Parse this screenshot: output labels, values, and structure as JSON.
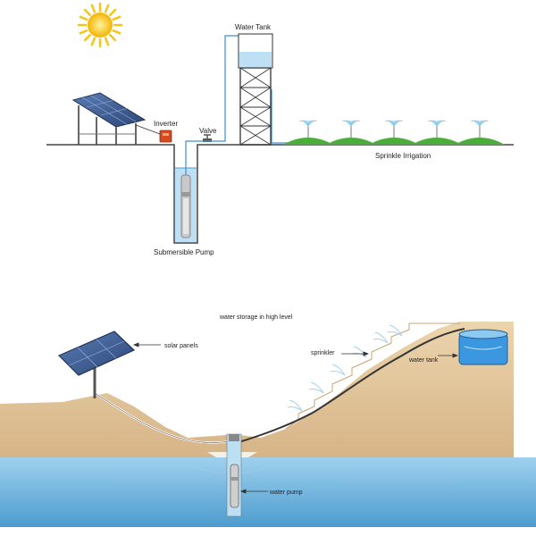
{
  "top": {
    "water_tank": "Water Tank",
    "inverter": "Inverter",
    "valve": "Valve",
    "sprinkle_irrigation": "Sprinkle Irrigation",
    "submersible_pump": "Submersible  Pump"
  },
  "bottom": {
    "title": "water storage in high level",
    "solar_panels": "solar panels",
    "sprinkler": "sprinkler",
    "water_tank": "water tank",
    "water_pump": "water pump"
  },
  "colors": {
    "sun": "#f5c518",
    "panel": "#3f5f92",
    "ground_line": "#444444",
    "grass": "#4cae3a",
    "pipe": "#3a8fd6",
    "soil": "#e0c39a",
    "water": "#6cb2dd",
    "tank_water": "#4fa7e6"
  }
}
